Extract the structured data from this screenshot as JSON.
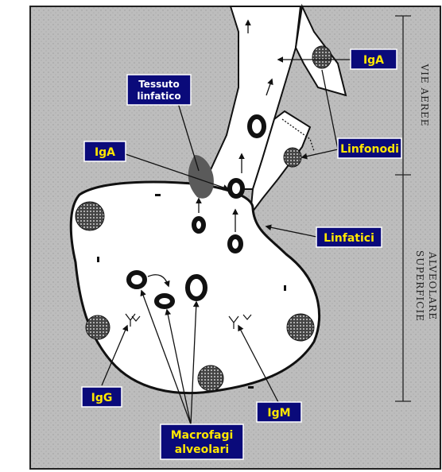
{
  "colors": {
    "background": "#b9b9b9",
    "tissue": "#ffffff",
    "label_box": "#0a0a7a",
    "label_yellow": "#ffe600",
    "label_white": "#ffffff"
  },
  "labels": {
    "iga_top": "IgA",
    "iga_left": "IgA",
    "tessuto_line1": "Tessuto",
    "tessuto_line2": "linfatico",
    "linfonodi": "Linfonodi",
    "linfatici": "Linfatici",
    "igg": "IgG",
    "igm": "IgM",
    "macrofagi_line1": "Macrofagi",
    "macrofagi_line2": "alveolari"
  },
  "side_labels": {
    "vie_aeree": "VIE  AEREE",
    "superficie_line1": "SUPERFICIE",
    "superficie_line2": "ALVEOLARE"
  }
}
